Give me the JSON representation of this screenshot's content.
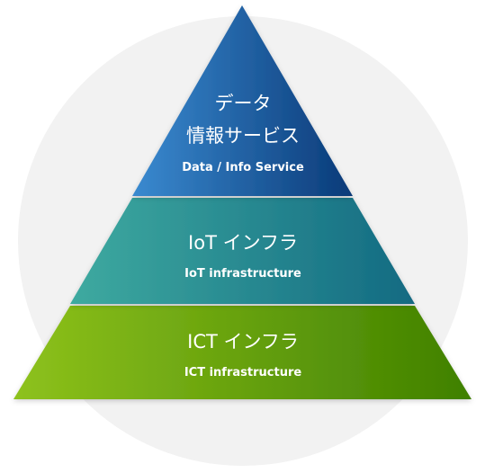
{
  "diagram": {
    "type": "pyramid",
    "tiers": [
      {
        "title_line1": "データ",
        "title_line2": "情報サービス",
        "subtitle": "Data / Info Service",
        "color_left": "#3a8ad0",
        "color_right": "#0a3a78"
      },
      {
        "title": "IoT インフラ",
        "subtitle": "IoT infrastructure",
        "color_left": "#3eaaa0",
        "color_right": "#136a82"
      },
      {
        "title": "ICT インフラ",
        "subtitle": "ICT infrastructure",
        "color_left": "#8ec21c",
        "color_right": "#3f8000"
      }
    ],
    "background_circle_color": "#f2f2f2"
  }
}
